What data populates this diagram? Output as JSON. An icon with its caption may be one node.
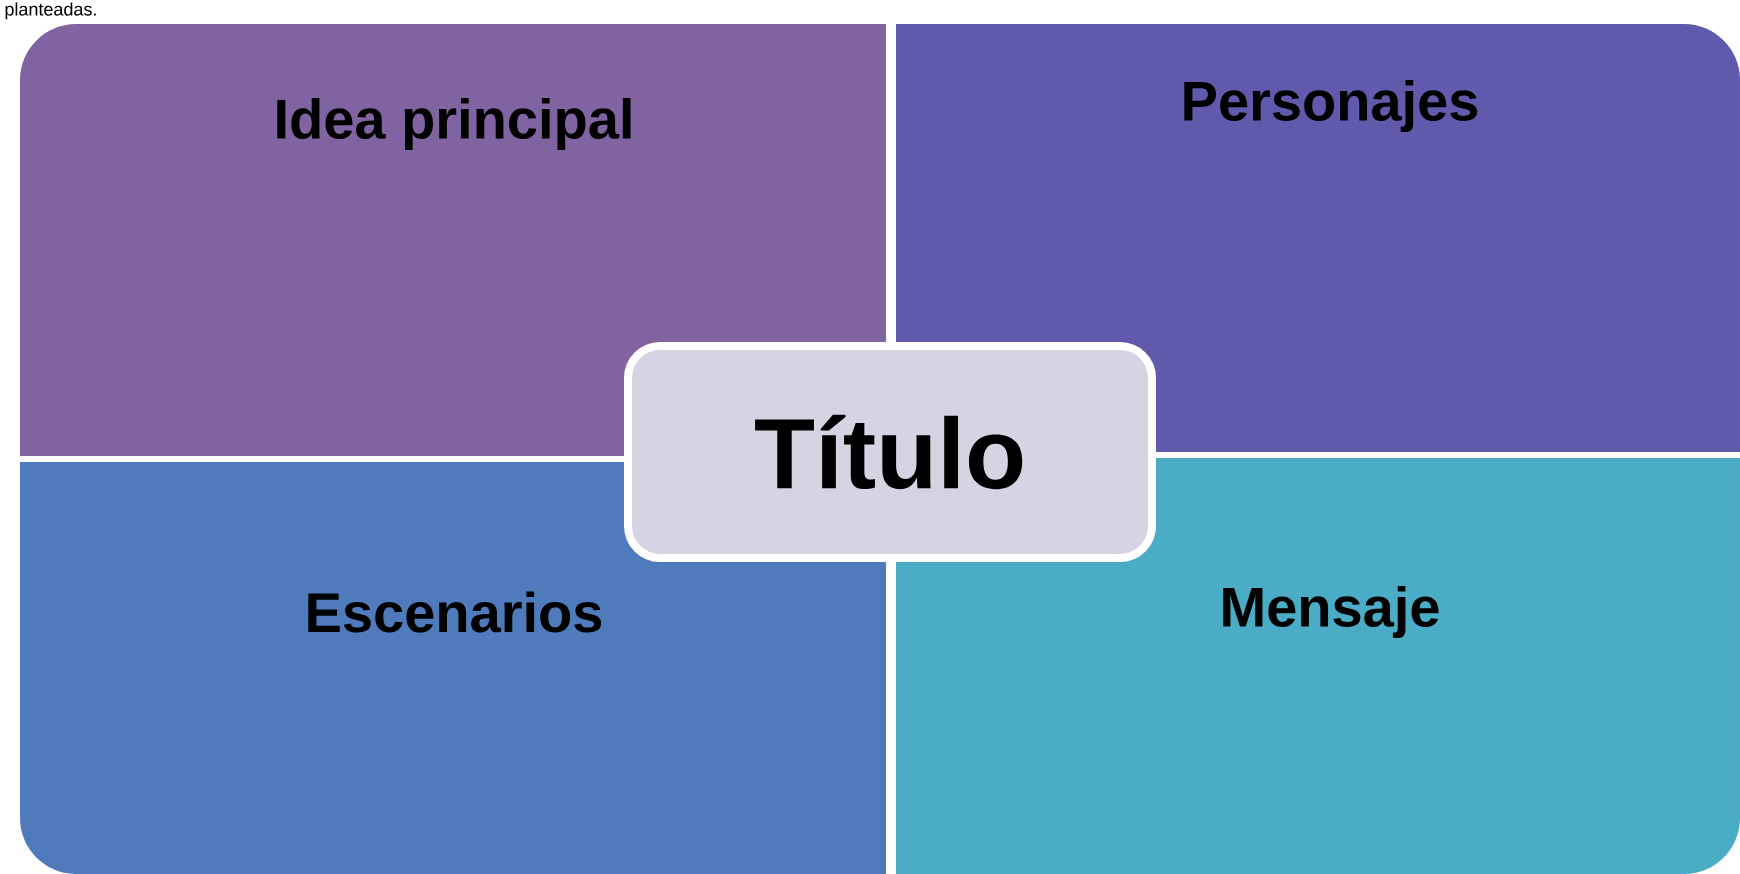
{
  "diagram": {
    "nodes": [
      {
        "text": [
          "Idea principal"
        ]
      },
      {
        "text": [
          "Personajes"
        ]
      },
      {
        "text": [
          "Escenarios"
        ]
      },
      {
        "text": [
          "Mensaje"
        ]
      },
      {
        "text": [
          "Título"
        ]
      }
    ],
    "labels": [
      "planteadas."
    ]
  }
}
